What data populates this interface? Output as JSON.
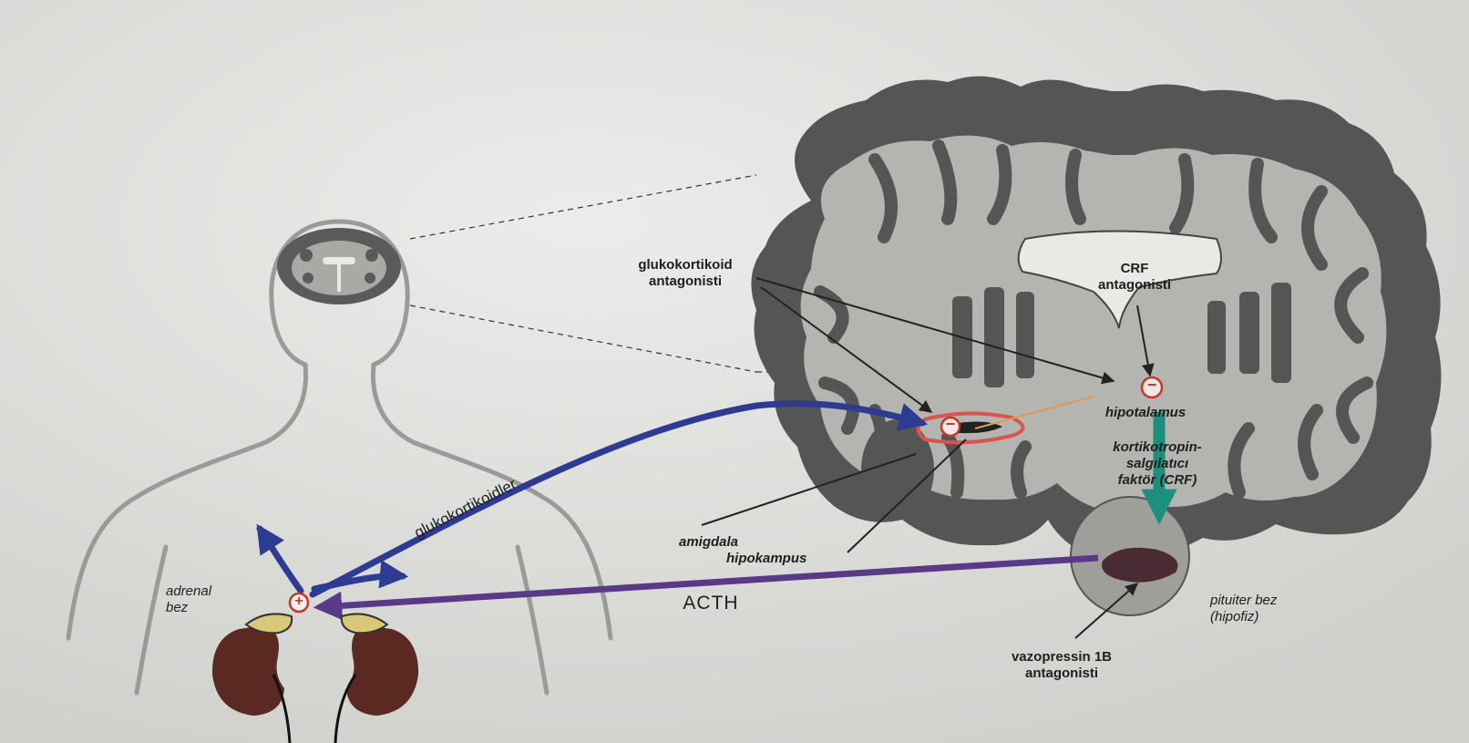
{
  "labels": {
    "glucocorticoid_antagonist": [
      "glukokortikoid",
      "antagonisti"
    ],
    "crf_antagonist": [
      "CRF",
      "antagonisti"
    ],
    "hypothalamus": "hipotalamus",
    "crf_factor": [
      "kortikotropin-",
      "salgılatıcı",
      "faktör (CRF)"
    ],
    "glucocorticoids": "glukokortikoidler",
    "amygdala": "amigdala",
    "hippocampus": "hipokampus",
    "adrenal": [
      "adrenal",
      "bez"
    ],
    "acth": "ACTH",
    "pituitary": [
      "pituiter bez",
      "(hipofiz)"
    ],
    "vasopressin": [
      "vazopressin 1B",
      "antagonisti"
    ]
  },
  "colors": {
    "background": "#d9d9d6",
    "brain_gray_matter": "#555555",
    "brain_white_matter": "#b4b4b0",
    "body_outline": "#9a9a98",
    "glucocorticoid_arrow": "#2d3b93",
    "acth_arrow": "#5a3a86",
    "crf_arrow": "#1d8f7e",
    "kidney": "#5a2a22",
    "adrenal_gland": "#d9c77a",
    "highlight_ring": "#d9534f",
    "pituitary": "#4a2a33"
  },
  "signs": {
    "inhibit": "−",
    "stimulate": "+"
  }
}
